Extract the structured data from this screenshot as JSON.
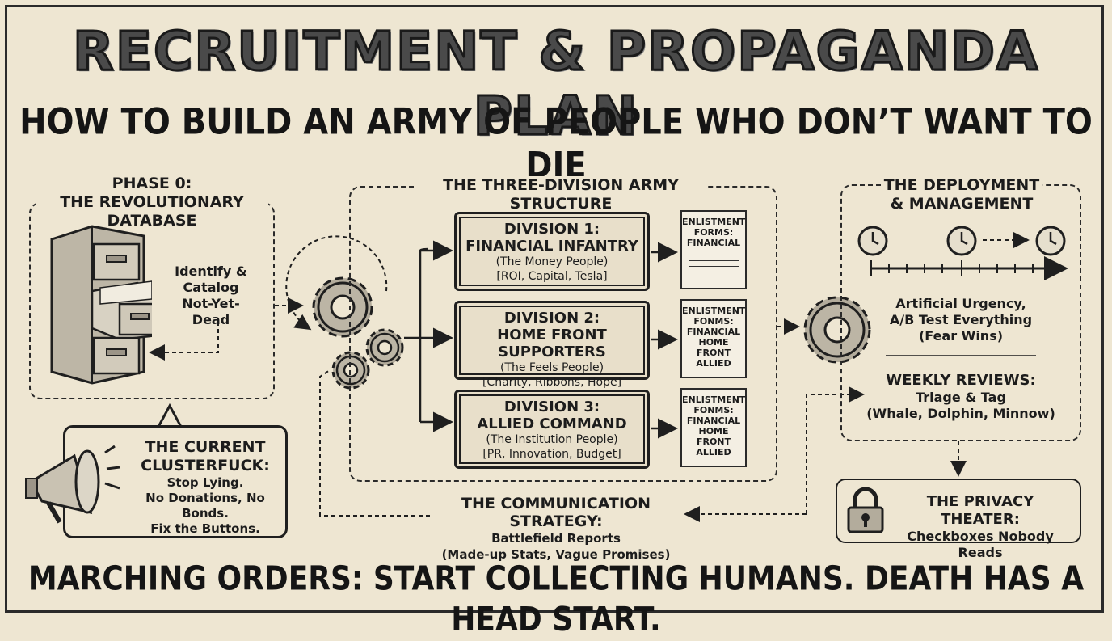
{
  "header": {
    "title": "RECRUITMENT & PROPAGANDA PLAN",
    "subtitle": "HOW TO BUILD AN ARMY OF PEOPLE WHO DON’T WANT TO DIE"
  },
  "phase0": {
    "title_line1": "PHASE 0:",
    "title_line2": "THE REVOLUTIONARY DATABASE",
    "note_line1": "Identify &",
    "note_line2": "Catalog",
    "note_line3": "Not-Yet-Dead"
  },
  "current": {
    "title_line1": "THE CURRENT",
    "title_line2": "CLUSTERFUCK:",
    "line1": "Stop Lying.",
    "line2": "No Donations, No Bonds.",
    "line3": "Fix the Buttons."
  },
  "army": {
    "title": "THE THREE-DIVISION ARMY STRUCTURE",
    "divisions": [
      {
        "name_line1": "DIVISION 1:",
        "name_line2": "FINANCIAL INFANTRY",
        "people": "(The Money People)",
        "tags": "[ROI, Capital, Tesla]",
        "form": [
          "ENLISTMENT",
          "FORMS:",
          "FINANCIAL"
        ]
      },
      {
        "name_line1": "DIVISION 2:",
        "name_line2": "HOME FRONT SUPPORTERS",
        "people": "(The Feels People)",
        "tags": "[Charity, Ribbons, Hope]",
        "form": [
          "ENLISTMENT",
          "FONMS:",
          "FINANCIAL",
          "HOME FRONT",
          "ALLIED"
        ]
      },
      {
        "name_line1": "DIVISION 3:",
        "name_line2": "ALLIED COMMAND",
        "people": "(The Institution People)",
        "tags": "[PR, Innovation, Budget]",
        "form": [
          "ENLISTMENT",
          "FONMS:",
          "FINANCIAL",
          "HOME FRONT",
          "ALLIED"
        ]
      }
    ]
  },
  "deployment": {
    "title_line1": "THE DEPLOYMENT",
    "title_line2": "& MANAGEMENT",
    "urgency_line1": "Artificial Urgency,",
    "urgency_line2": "A/B Test Everything",
    "urgency_line3": "(Fear Wins)",
    "reviews_title": "WEEKLY REVIEWS:",
    "reviews_line1": "Triage & Tag",
    "reviews_line2": "(Whale, Dolphin, Minnow)"
  },
  "privacy": {
    "title": "THE PRIVACY THEATER:",
    "line": "Checkboxes Nobody Reads"
  },
  "communication": {
    "title": "THE COMMUNICATION STRATEGY:",
    "line1": "Battlefield Reports",
    "line2": "(Made-up Stats, Vague Promises)"
  },
  "footer": {
    "text": "MARCHING ORDERS: START COLLECTING HUMANS. DEATH HAS A HEAD START."
  },
  "icons": [
    "file-cabinet-icon",
    "megaphone-icon",
    "gear-icon",
    "clock-icon",
    "padlock-icon",
    "document-icon"
  ]
}
